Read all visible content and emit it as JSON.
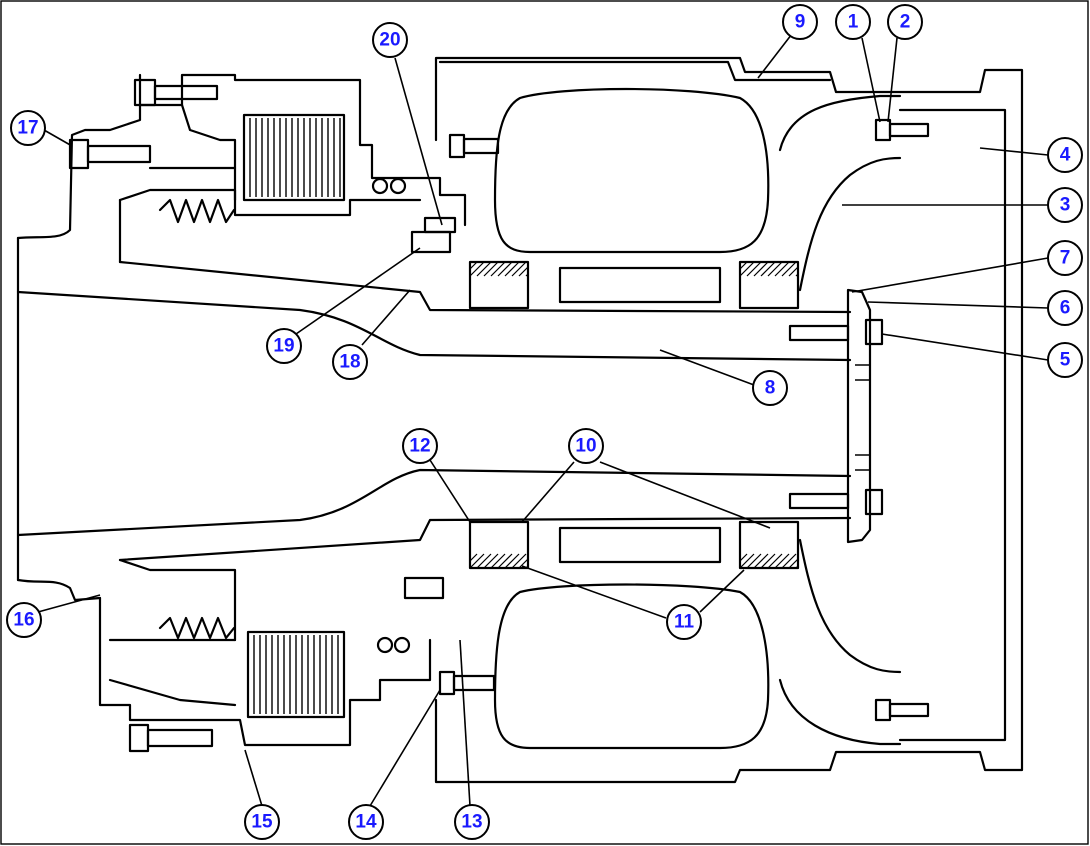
{
  "colors": {
    "callout_text": "#1a1aff",
    "line": "#000000",
    "background": "#ffffff"
  },
  "callouts": [
    {
      "id": "c1",
      "label": "1"
    },
    {
      "id": "c2",
      "label": "2"
    },
    {
      "id": "c3",
      "label": "3"
    },
    {
      "id": "c4",
      "label": "4"
    },
    {
      "id": "c5",
      "label": "5"
    },
    {
      "id": "c6",
      "label": "6"
    },
    {
      "id": "c7",
      "label": "7"
    },
    {
      "id": "c8",
      "label": "8"
    },
    {
      "id": "c9",
      "label": "9"
    },
    {
      "id": "c10",
      "label": "10"
    },
    {
      "id": "c11",
      "label": "11"
    },
    {
      "id": "c12",
      "label": "12"
    },
    {
      "id": "c13",
      "label": "13"
    },
    {
      "id": "c14",
      "label": "14"
    },
    {
      "id": "c15",
      "label": "15"
    },
    {
      "id": "c16",
      "label": "16"
    },
    {
      "id": "c17",
      "label": "17"
    },
    {
      "id": "c18",
      "label": "18"
    },
    {
      "id": "c19",
      "label": "19"
    },
    {
      "id": "c20",
      "label": "20"
    }
  ]
}
